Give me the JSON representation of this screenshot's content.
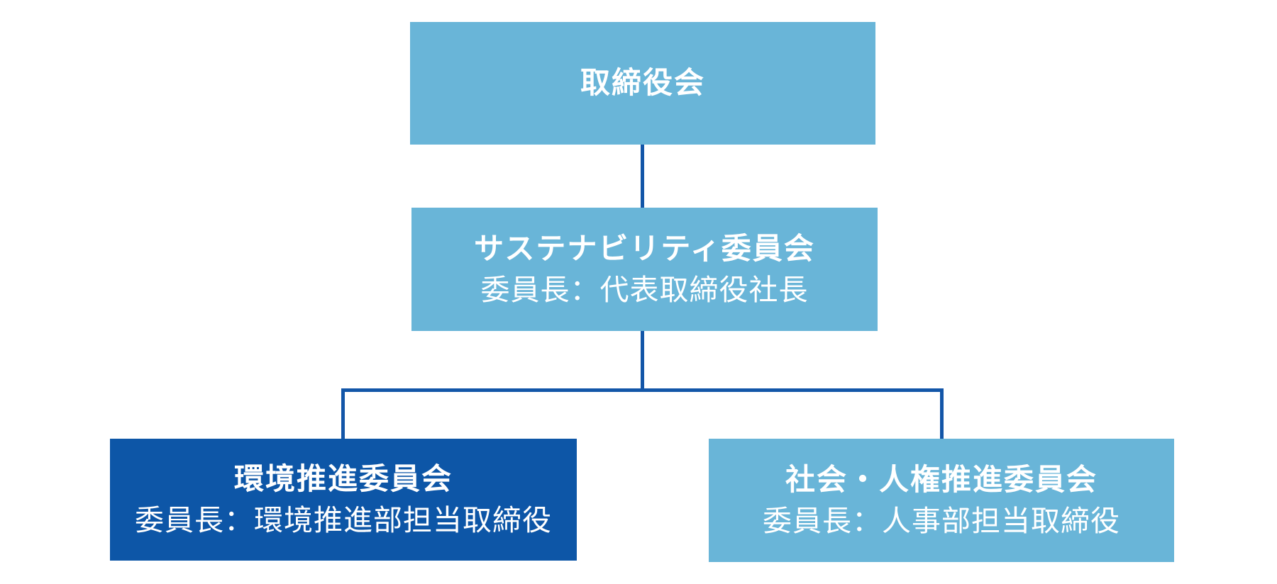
{
  "diagram": {
    "type": "org-chart",
    "colors": {
      "node_light_blue": "#69b5d8",
      "node_dark_blue": "#0d56a7",
      "connector_blue": "#1356a8",
      "text_white": "#ffffff",
      "background": "#ffffff"
    },
    "nodes": {
      "board": {
        "title": "取締役会"
      },
      "sustainability": {
        "title": "サステナビリティ委員会",
        "subtitle": "委員長：代表取締役社長"
      },
      "environment": {
        "title": "環境推進委員会",
        "subtitle": "委員長：環境推進部担当取締役"
      },
      "social": {
        "title": "社会・人権推進委員会",
        "subtitle": "委員長：人事部担当取締役"
      }
    }
  }
}
